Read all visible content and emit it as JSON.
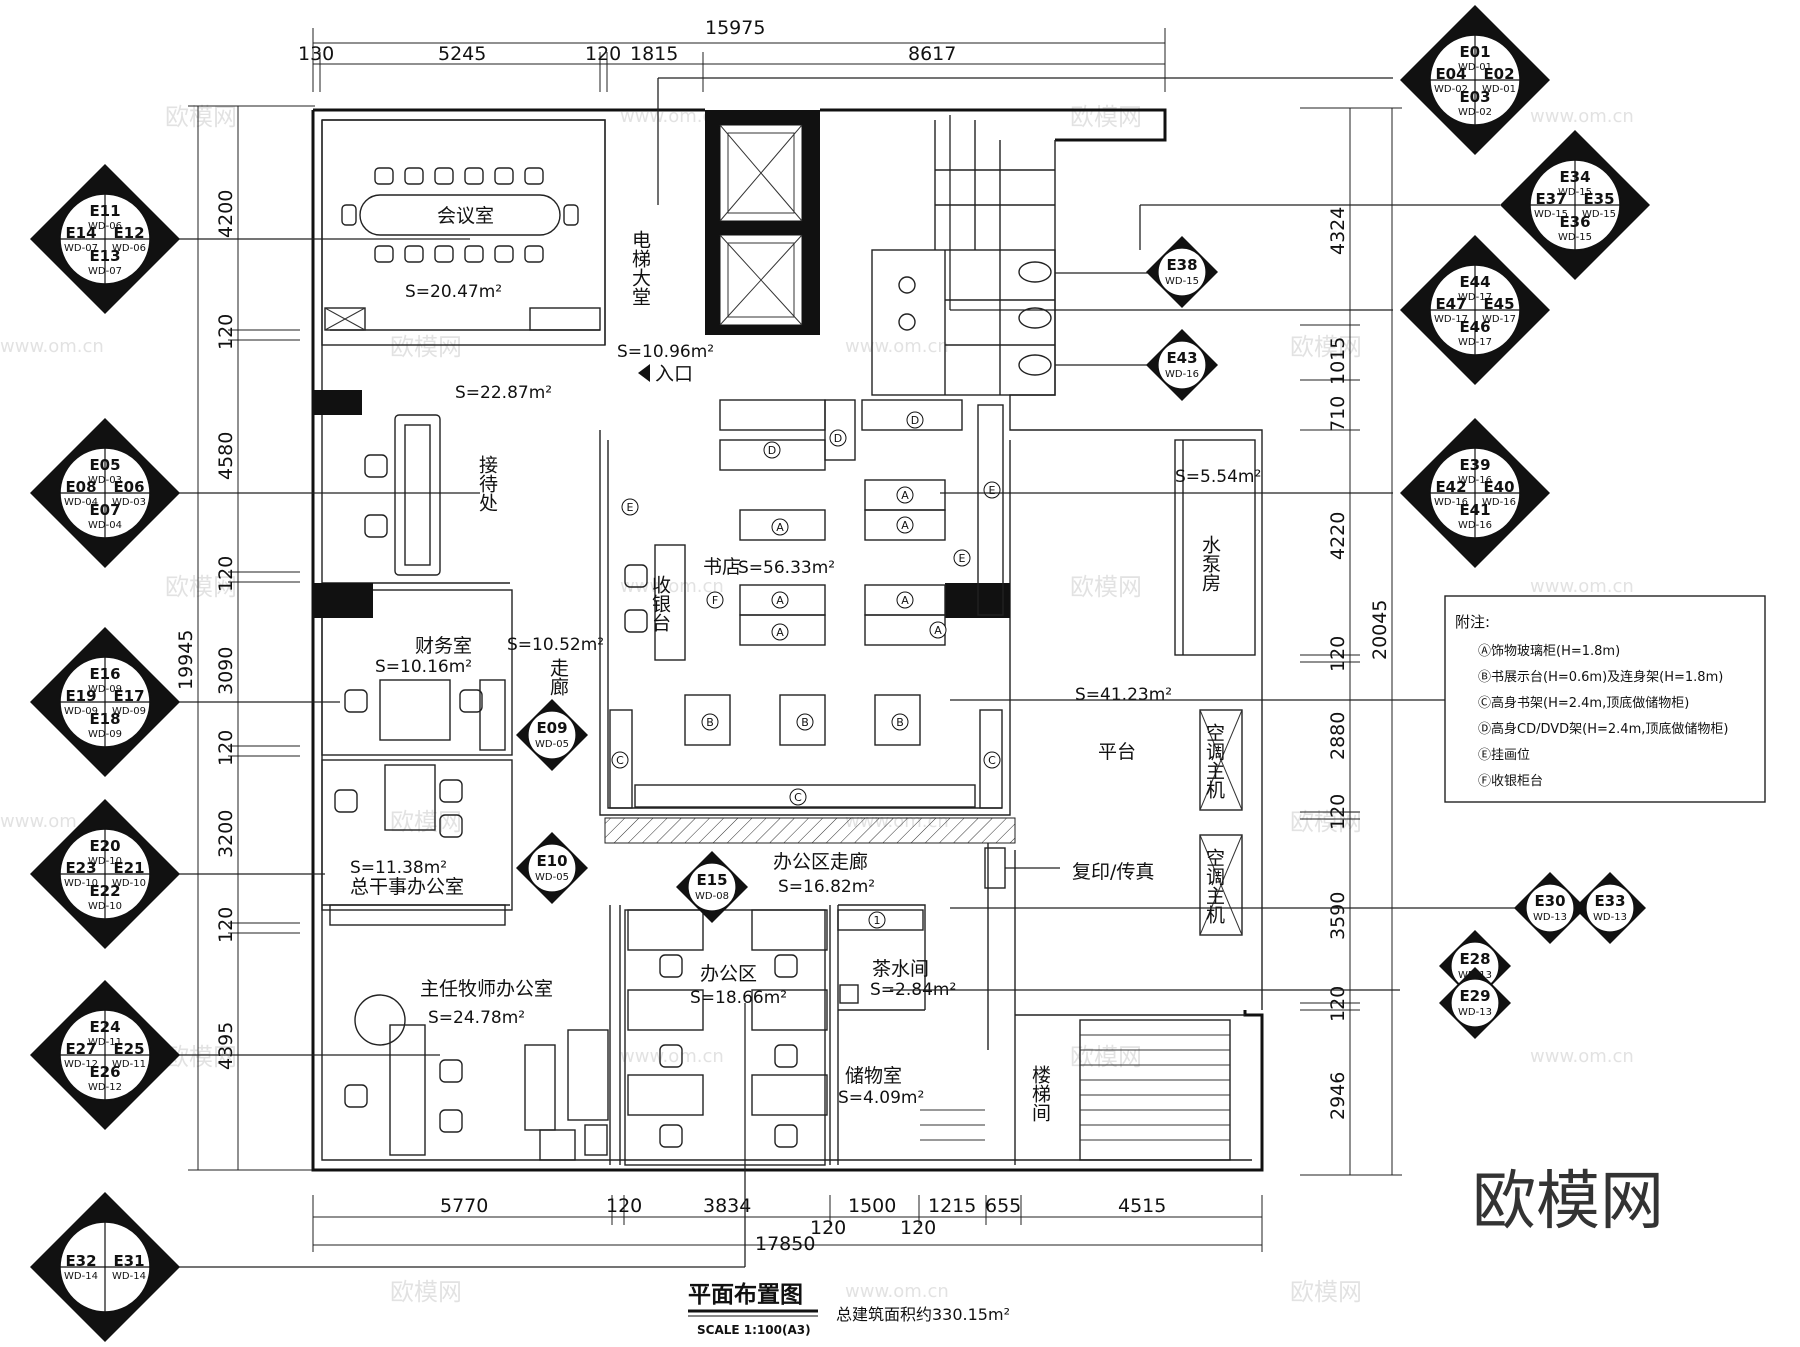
{
  "drawing": {
    "title": "平面布置图",
    "scale": "SCALE 1:100(A3)",
    "total_area": "总建筑面积约330.15m²",
    "brand": "欧模网",
    "watermark_cn": "欧模网",
    "watermark_url": "www.om.cn"
  },
  "dimensions": {
    "top_overall": "15975",
    "top": [
      "130",
      "5245",
      "120",
      "1815",
      "8617"
    ],
    "bottom": [
      "5770",
      "120",
      "3834",
      "1500",
      "1215",
      "655",
      "4515"
    ],
    "bottom_small": [
      "120",
      "120"
    ],
    "bottom_overall": "17850",
    "left_overall": "19945",
    "left": [
      "4200",
      "120",
      "4580",
      "120",
      "3090",
      "120",
      "3200",
      "120",
      "4395"
    ],
    "right_overall": "20045",
    "right": [
      "4324",
      "1015",
      "710",
      "4220",
      "120",
      "2880",
      "120",
      "3590",
      "120",
      "2946"
    ]
  },
  "rooms": [
    {
      "name": "会议室",
      "area": "S=20.47m²"
    },
    {
      "name": "电梯大堂",
      "area": "S=10.96m²"
    },
    {
      "name": "入口",
      "area": ""
    },
    {
      "name": "接待处",
      "area": "S=22.87m²"
    },
    {
      "name": "书店",
      "area": "S=56.33m²"
    },
    {
      "name": "收银台",
      "area": ""
    },
    {
      "name": "水泵房",
      "area": "S=5.54m²"
    },
    {
      "name": "财务室",
      "area": "S=10.16m²"
    },
    {
      "name": "走廊",
      "area": "S=10.52m²"
    },
    {
      "name": "总干事办公室",
      "area": "S=11.38m²"
    },
    {
      "name": "主任牧师办公室",
      "area": "S=24.78m²"
    },
    {
      "name": "办公区走廊",
      "area": "S=16.82m²"
    },
    {
      "name": "办公区",
      "area": "S=18.66m²"
    },
    {
      "name": "茶水间",
      "area": "S=2.84m²"
    },
    {
      "name": "储物室",
      "area": "S=4.09m²"
    },
    {
      "name": "楼梯间",
      "area": ""
    },
    {
      "name": "平台",
      "area": "S=41.23m²"
    },
    {
      "name": "复印/传真",
      "area": ""
    },
    {
      "name": "空调主机",
      "area": ""
    }
  ],
  "elevation_groups": [
    {
      "top": [
        "E01",
        "WD-01"
      ],
      "left": [
        "E04",
        "WD-02"
      ],
      "right": [
        "E02",
        "WD-01"
      ],
      "bottom": [
        "E03",
        "WD-02"
      ]
    },
    {
      "top": [
        "E34",
        "WD-15"
      ],
      "left": [
        "E37",
        "WD-15"
      ],
      "right": [
        "E35",
        "WD-15"
      ],
      "bottom": [
        "E36",
        "WD-15"
      ]
    },
    {
      "top": [
        "E44",
        "WD-17"
      ],
      "left": [
        "E47",
        "WD-17"
      ],
      "right": [
        "E45",
        "WD-17"
      ],
      "bottom": [
        "E46",
        "WD-17"
      ]
    },
    {
      "top": [
        "E39",
        "WD-16"
      ],
      "left": [
        "E42",
        "WD-16"
      ],
      "right": [
        "E40",
        "WD-16"
      ],
      "bottom": [
        "E41",
        "WD-16"
      ]
    },
    {
      "top": [
        "E11",
        "WD-06"
      ],
      "left": [
        "E14",
        "WD-07"
      ],
      "right": [
        "E12",
        "WD-06"
      ],
      "bottom": [
        "E13",
        "WD-07"
      ]
    },
    {
      "top": [
        "E05",
        "WD-03"
      ],
      "left": [
        "E08",
        "WD-04"
      ],
      "right": [
        "E06",
        "WD-03"
      ],
      "bottom": [
        "E07",
        "WD-04"
      ]
    },
    {
      "top": [
        "E16",
        "WD-09"
      ],
      "left": [
        "E19",
        "WD-09"
      ],
      "right": [
        "E17",
        "WD-09"
      ],
      "bottom": [
        "E18",
        "WD-09"
      ]
    },
    {
      "top": [
        "E20",
        "WD-10"
      ],
      "left": [
        "E23",
        "WD-10"
      ],
      "right": [
        "E21",
        "WD-10"
      ],
      "bottom": [
        "E22",
        "WD-10"
      ]
    },
    {
      "top": [
        "E24",
        "WD-11"
      ],
      "left": [
        "E27",
        "WD-12"
      ],
      "right": [
        "E25",
        "WD-11"
      ],
      "bottom": [
        "E26",
        "WD-12"
      ]
    },
    {
      "top": [
        "",
        ""
      ],
      "left": [
        "E32",
        "WD-14"
      ],
      "right": [
        "E31",
        "WD-14"
      ],
      "bottom": [
        "",
        ""
      ]
    }
  ],
  "single_tags": [
    {
      "id": "E38",
      "sheet": "WD-15"
    },
    {
      "id": "E43",
      "sheet": "WD-16"
    },
    {
      "id": "E09",
      "sheet": "WD-05"
    },
    {
      "id": "E10",
      "sheet": "WD-05"
    },
    {
      "id": "E15",
      "sheet": "WD-08"
    },
    {
      "id": "E30",
      "sheet": "WD-13"
    },
    {
      "id": "E33",
      "sheet": "WD-13"
    },
    {
      "id": "E28",
      "sheet": "WD-13"
    },
    {
      "id": "E29",
      "sheet": "WD-13"
    }
  ],
  "notes": {
    "title": "附注:",
    "items": [
      "Ⓐ饰物玻璃柜(H=1.8m)",
      "Ⓑ书展示台(H=0.6m)及连身架(H=1.8m)",
      "Ⓒ高身书架(H=2.4m,顶底做储物柜)",
      "Ⓓ高身CD/DVD架(H=2.4m,顶底做储物柜)",
      "Ⓔ挂画位",
      "Ⓕ收银柜台"
    ]
  },
  "markers": [
    "A",
    "B",
    "C",
    "D",
    "E",
    "F",
    "1"
  ]
}
